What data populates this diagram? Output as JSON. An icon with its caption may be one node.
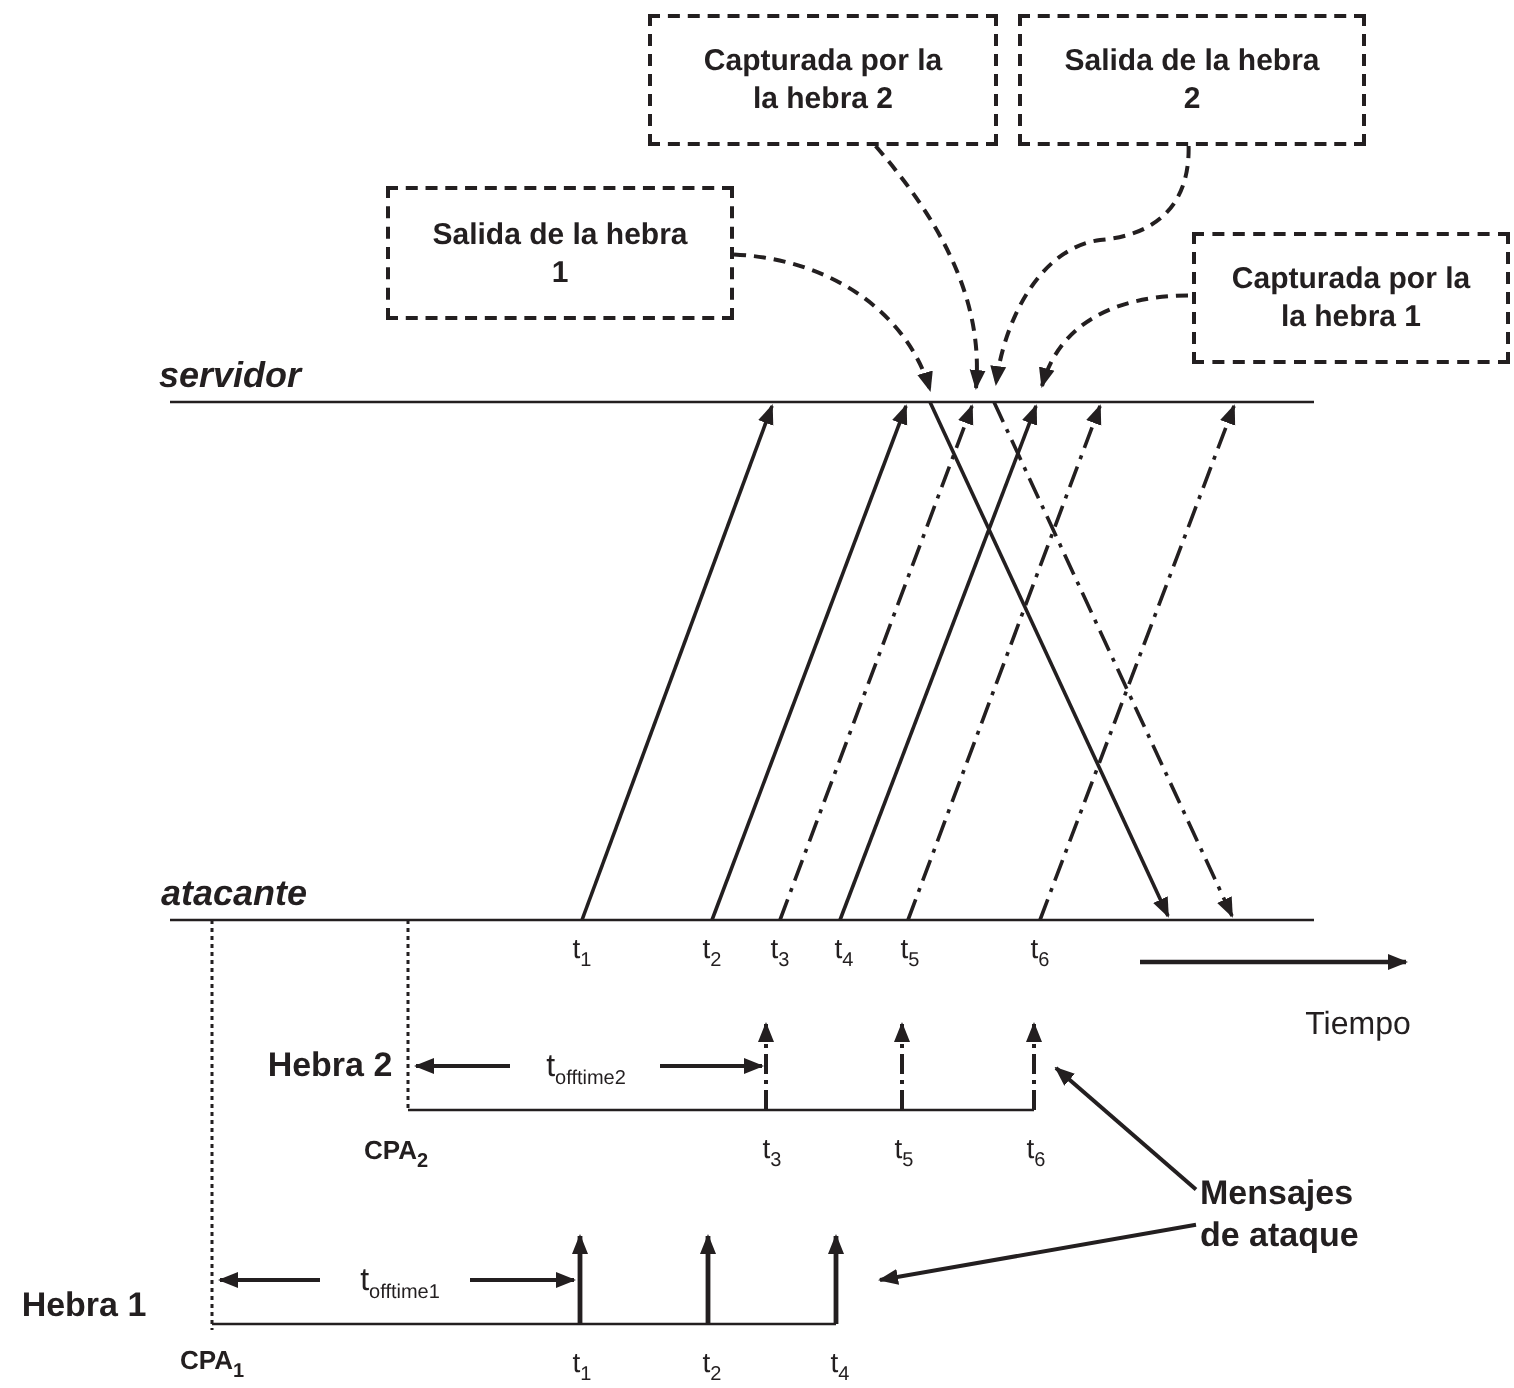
{
  "diagram": {
    "nodes": [
      {
        "text": [
          "Capturada por la la hebra 2"
        ]
      },
      {
        "text": [
          "Salida de la hebra 2"
        ]
      },
      {
        "text": [
          "Salida de la hebra 1"
        ]
      },
      {
        "text": [
          "Capturada por la la hebra 1"
        ]
      },
      {
        "text": [
          "Mensajes de ataque"
        ]
      }
    ],
    "edges": [
      {
        "from": 0,
        "to": null,
        "arrow": "to",
        "style": "dashed"
      },
      {
        "from": 1,
        "to": null,
        "arrow": "to",
        "style": "dashed"
      },
      {
        "from": 2,
        "to": null,
        "arrow": "to",
        "style": "dashed"
      },
      {
        "from": 3,
        "to": null,
        "arrow": "to",
        "style": "dashed"
      },
      {
        "from": 4,
        "to": null,
        "arrow": "to"
      },
      {
        "from": 4,
        "to": null,
        "arrow": "to"
      }
    ],
    "labels": [
      "servidor",
      "atacante",
      "t$_{1}$",
      "t$_{2}$",
      "t$_{3}$",
      "t$_{4}$",
      "t$_{5}$",
      "t$_{6}$",
      "Tiempo",
      "Hebra 2",
      "t$_{offtime2}$",
      "CPA$_{2}$",
      "t$_{3}$",
      "t$_{5}$",
      "t$_{6}$",
      "Hebra 1",
      "t$_{offtime1}$",
      "CPA$_{1}$",
      "t$_{1}$",
      "t$_{2}$",
      "t$_{4}$"
    ]
  }
}
